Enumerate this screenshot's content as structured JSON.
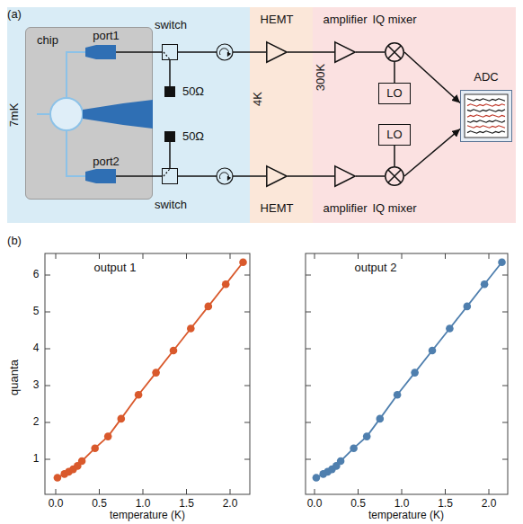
{
  "diagram": {
    "nodes": [
      {
        "text": [
          "7mK"
        ]
      },
      {
        "text": [
          "4K"
        ]
      },
      {
        "text": [
          "300K"
        ]
      },
      {
        "text": [
          "chip"
        ],
        "in": 0
      },
      {
        "text": [
          "switch"
        ],
        "in": 0
      },
      {
        "text": [
          "switch"
        ],
        "in": 0
      },
      {
        "text": [
          "50Ω"
        ],
        "in": 0
      },
      {
        "text": [
          "50Ω"
        ],
        "in": 0
      },
      {
        "text": [
          "HEMT"
        ],
        "in": 1
      },
      {
        "text": [
          "HEMT"
        ],
        "in": 1
      },
      {
        "text": [
          "amplifier"
        ],
        "in": 2
      },
      {
        "text": [
          "amplifier"
        ],
        "in": 2
      },
      {
        "text": [
          "IQ mixer"
        ],
        "in": 2
      },
      {
        "text": [
          "IQ mixer"
        ],
        "in": 2
      },
      {
        "text": [
          "LO"
        ],
        "in": 2
      },
      {
        "text": [
          "LO"
        ],
        "in": 2
      },
      {
        "text": [
          "ADC"
        ],
        "in": 2
      }
    ],
    "edges": [
      {
        "from": 3,
        "to": 4,
        "arrow": "none"
      },
      {
        "from": 3,
        "to": 5,
        "arrow": "none"
      },
      {
        "from": 4,
        "to": 6,
        "arrow": "none"
      },
      {
        "from": 5,
        "to": 7,
        "arrow": "none"
      },
      {
        "from": 4,
        "to": 8,
        "arrow": "none"
      },
      {
        "from": 5,
        "to": 9,
        "arrow": "none"
      },
      {
        "from": 8,
        "to": 10,
        "arrow": "none"
      },
      {
        "from": 9,
        "to": 11,
        "arrow": "none"
      },
      {
        "from": 10,
        "to": 12,
        "arrow": "none"
      },
      {
        "from": 11,
        "to": 13,
        "arrow": "none"
      },
      {
        "from": 14,
        "to": 12,
        "arrow": "none"
      },
      {
        "from": 15,
        "to": 13,
        "arrow": "none"
      },
      {
        "from": 12,
        "to": 16,
        "arrow": "to"
      },
      {
        "from": 13,
        "to": 16,
        "arrow": "to"
      }
    ],
    "labels": [
      "(a)",
      "port1",
      "port2",
      "(b)",
      "output 1",
      "output 2",
      "quanta",
      "1",
      "2",
      "3",
      "4",
      "5",
      "6",
      "0.0",
      "0.5",
      "1.0",
      "1.5",
      "2.0",
      "0.0",
      "0.5",
      "1.0",
      "1.5",
      "2.0",
      "temperature (K)",
      "temperature (K)"
    ]
  }
}
